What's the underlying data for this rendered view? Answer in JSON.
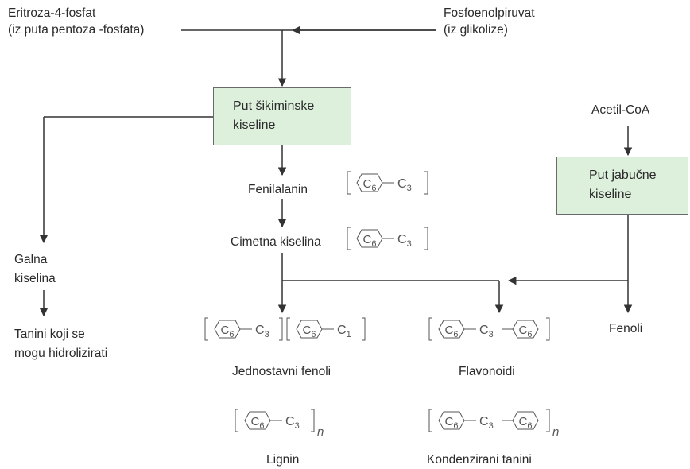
{
  "sources": {
    "erythrose": {
      "line1": "Eritroza-4-fosfat",
      "line2": "(iz puta pentoza -fosfata)"
    },
    "pep": {
      "line1": "Fosfoenolpiruvat",
      "line2": "(iz glikolize)"
    },
    "acetyl_coa": "Acetil-CoA"
  },
  "boxes": {
    "shikimic": {
      "line1": "Put šikiminske",
      "line2": "kiseline"
    },
    "malic": {
      "line1": "Put jabučne",
      "line2": "kiseline"
    }
  },
  "nodes": {
    "phenylalanine": "Fenilalanin",
    "cinnamic": "Cimetna kiselina",
    "gallic": {
      "line1": "Galna",
      "line2": "kiselina"
    },
    "hydrolyzable": {
      "line1": "Tanini koji se",
      "line2": "mogu hidrolizirati"
    },
    "simple_phenols": "Jednostavni fenoli",
    "flavonoids": "Flavonoidi",
    "phenols": "Fenoli",
    "lignin": "Lignin",
    "condensed_tannins": "Kondenzirani tanini"
  },
  "formula": {
    "ring": "C6",
    "c3": "C3",
    "c1": "C1",
    "repeat": "n"
  },
  "colors": {
    "box_fill": "#ddf0dc",
    "line": "#333333",
    "formula": "#555555"
  }
}
